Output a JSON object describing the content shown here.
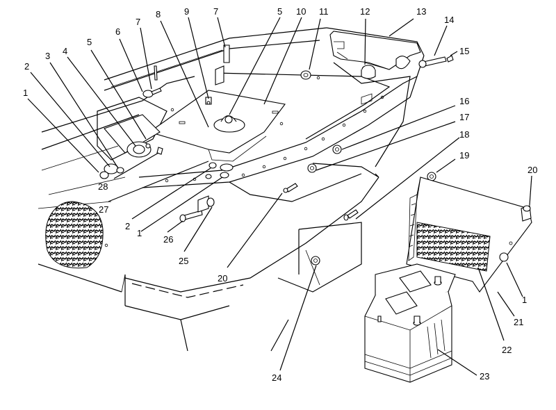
{
  "callouts": [
    {
      "text": "1"
    },
    {
      "text": "2"
    },
    {
      "text": "3"
    },
    {
      "text": "4"
    },
    {
      "text": "5"
    },
    {
      "text": "6"
    },
    {
      "text": "7"
    },
    {
      "text": "8"
    },
    {
      "text": "9"
    },
    {
      "text": "7"
    },
    {
      "text": "5"
    },
    {
      "text": "10"
    },
    {
      "text": "11"
    },
    {
      "text": "12"
    },
    {
      "text": "13"
    },
    {
      "text": "14"
    },
    {
      "text": "15"
    },
    {
      "text": "16"
    },
    {
      "text": "17"
    },
    {
      "text": "18"
    },
    {
      "text": "19"
    },
    {
      "text": "20"
    },
    {
      "text": "1"
    },
    {
      "text": "21"
    },
    {
      "text": "22"
    },
    {
      "text": "23"
    },
    {
      "text": "24"
    },
    {
      "text": "20"
    },
    {
      "text": "25"
    },
    {
      "text": "26"
    },
    {
      "text": "1"
    },
    {
      "text": "2"
    },
    {
      "text": "27"
    },
    {
      "text": "28"
    }
  ],
  "colors": {
    "line": "#000000",
    "background": "#ffffff"
  }
}
